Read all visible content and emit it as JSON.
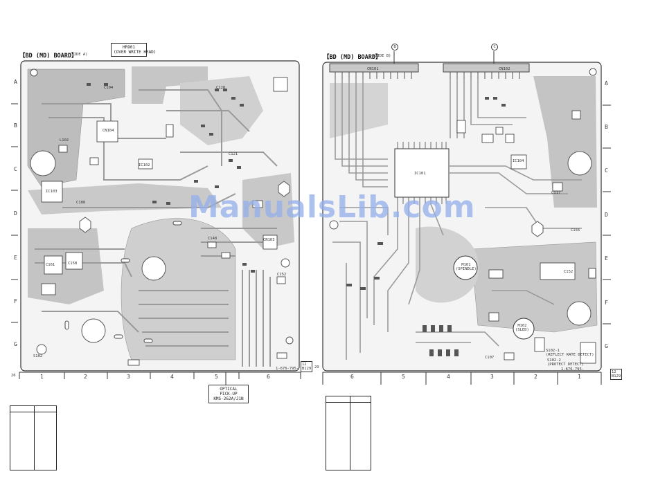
{
  "left_board": {
    "title": "【BD (MD) BOARD】",
    "side": "(SIDE A)",
    "label_box_top": "HR901\n(OVER WRITE HEAD)",
    "label_box_bottom": "OPTICAL\nPICK-UP\nKMS-262A/J1N",
    "corner_mark": "12\nB129",
    "bottom_code": "1-676-795-",
    "page_num_left": "26",
    "columns": [
      "1",
      "2",
      "3",
      "4",
      "5",
      "6"
    ],
    "rows": [
      "A",
      "B",
      "C",
      "D",
      "E",
      "F",
      "G"
    ],
    "parts": [
      "CN104",
      "C104",
      "IC103",
      "IC102",
      "CN103",
      "C188",
      "S102",
      "C158",
      "C161",
      "C120",
      "C121",
      "L102",
      "C148",
      "C152"
    ]
  },
  "right_board": {
    "title": "【BD (MD) BOARD】",
    "side": "(SIDE B)",
    "connectors": [
      "CN101",
      "CN102"
    ],
    "parts": [
      "IC101",
      "IC104",
      "M101\n(SPINDLE)",
      "M102\n(SLED)",
      "C152",
      "C156",
      "C107",
      "C117"
    ],
    "switch_labels": [
      "S102-1\n(REFLECT RATE DETECT)",
      "S102-2\n(PROTECT DETECT)"
    ],
    "bottom_code": "1-676-795-",
    "corner_mark": "12\nB129",
    "columns": [
      "6",
      "5",
      "4",
      "3",
      "2",
      "1"
    ],
    "rows": [
      "A",
      "B",
      "C",
      "D",
      "E",
      "F",
      "G"
    ],
    "top_markers": [
      "B",
      "C"
    ]
  },
  "watermark": "ManualsLib.com",
  "page_num_right": "29"
}
